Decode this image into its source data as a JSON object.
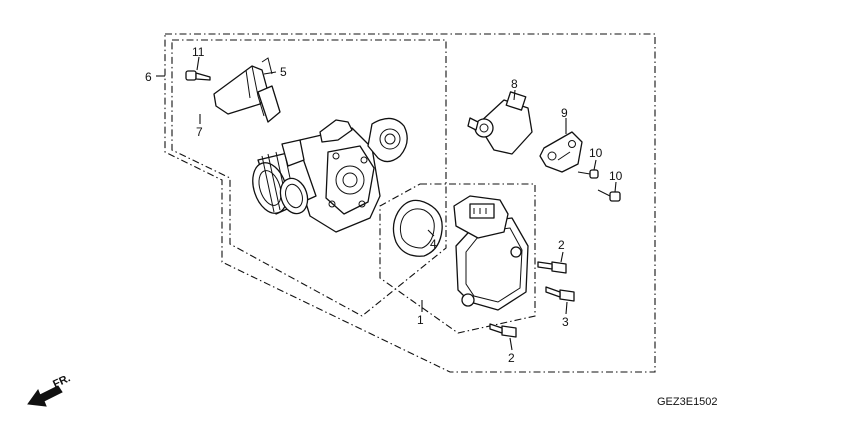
{
  "callouts": {
    "c1": "1",
    "c2a": "2",
    "c2b": "2",
    "c3": "3",
    "c4": "4",
    "c5": "5",
    "c6": "6",
    "c7": "7",
    "c8": "8",
    "c9": "9",
    "c10a": "10",
    "c10b": "10",
    "c11": "11"
  },
  "direction": {
    "label": "FR."
  },
  "diagram_code": "GEZ3E1502",
  "colors": {
    "ink": "#111111",
    "paper": "#ffffff"
  }
}
